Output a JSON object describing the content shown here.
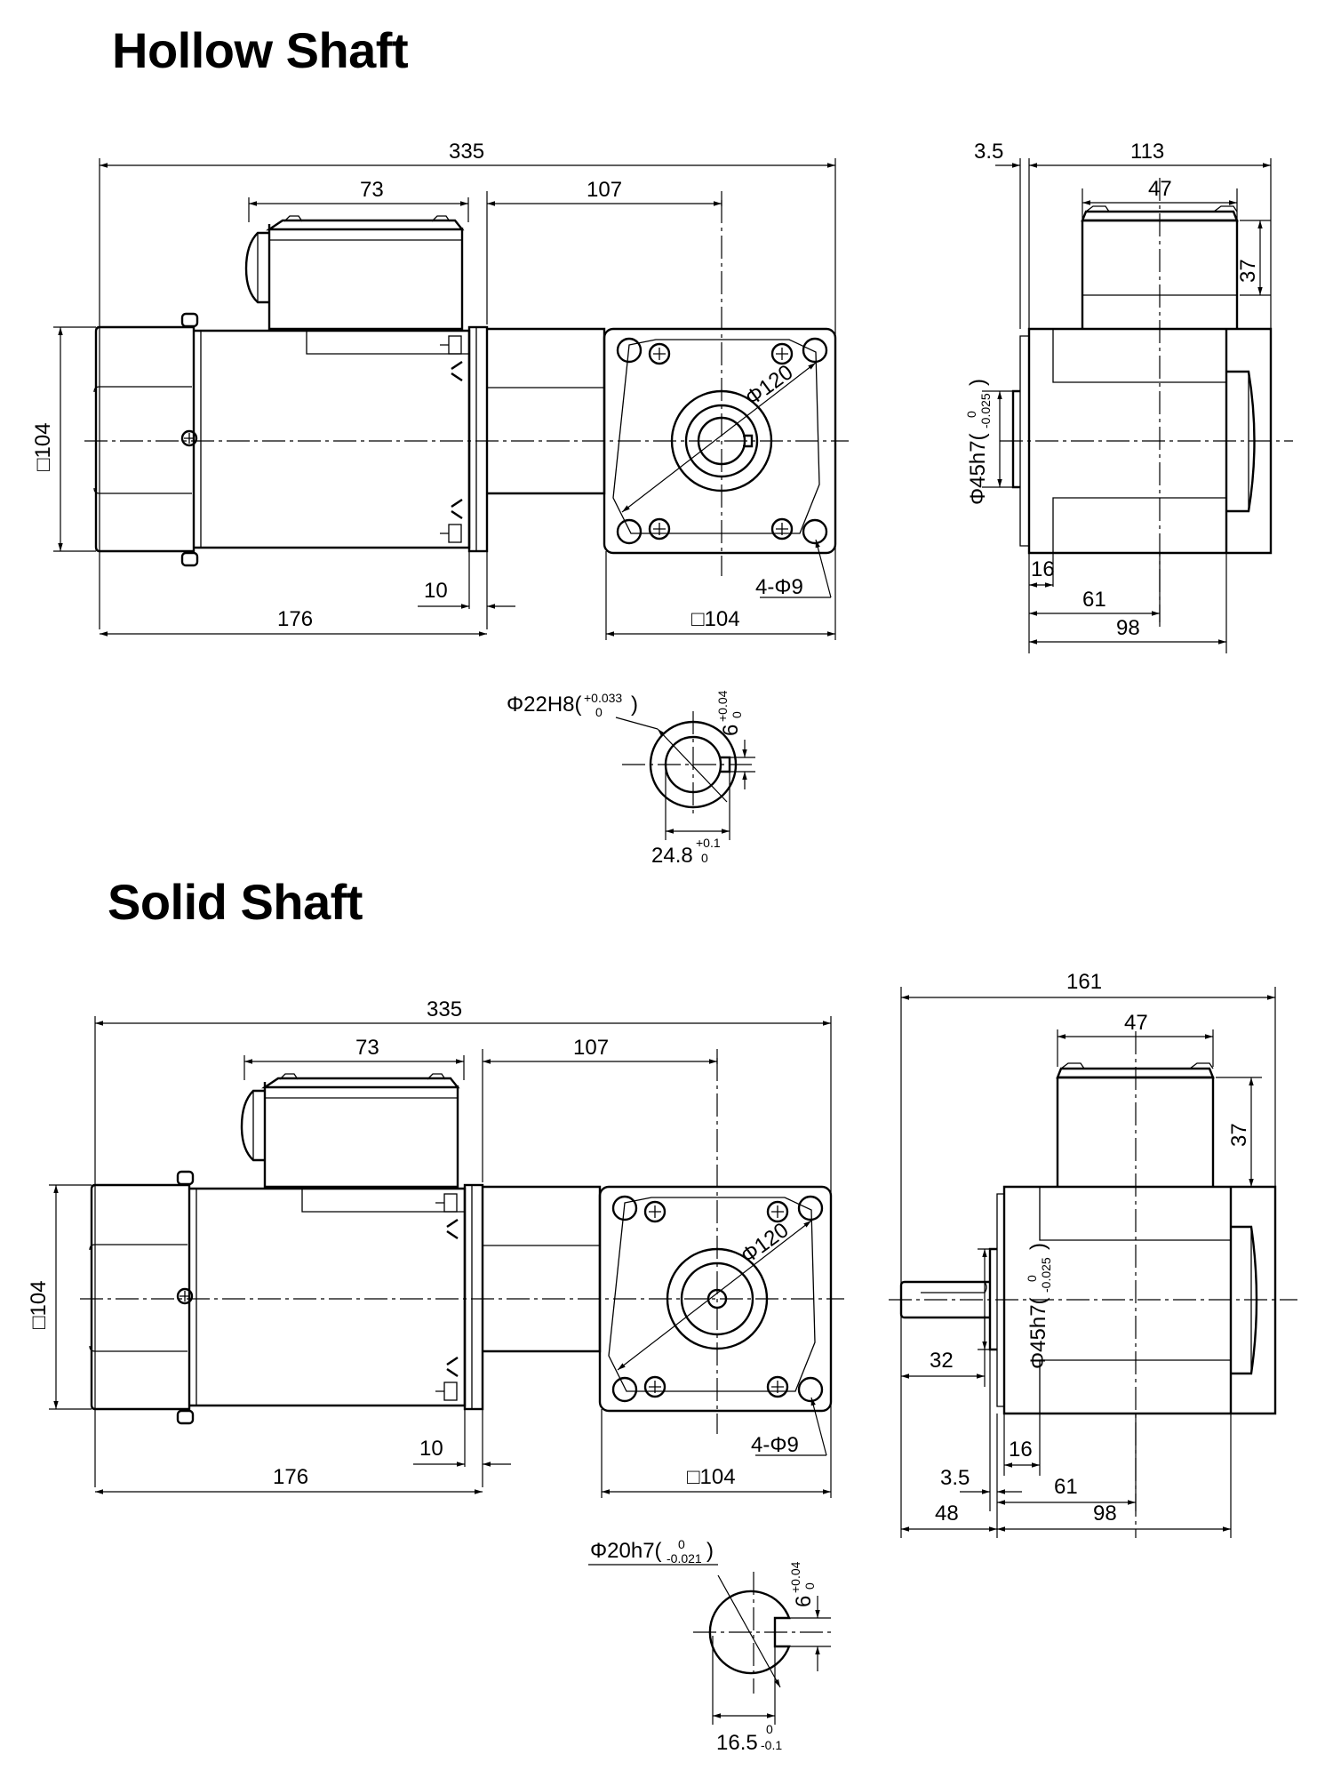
{
  "titles": {
    "hollow": "Hollow Shaft",
    "solid": "Solid Shaft"
  },
  "dims": {
    "d335": "335",
    "d73": "73",
    "d107": "107",
    "d104": "104",
    "d176": "176",
    "d10": "10",
    "d4phi9": "4-Φ9",
    "dphi120": "Φ120",
    "d3_5": "3.5",
    "d113": "113",
    "d47": "47",
    "d37": "37",
    "d16": "16",
    "d61": "61",
    "d98": "98",
    "d161": "161",
    "d32": "32",
    "d48": "48",
    "d6": "6",
    "square": "□",
    "phi45h7": "Φ45h7(",
    "phi22h8": "Φ22H8(",
    "phi20h7": "Φ20h7(",
    "paren_close": ")",
    "d24_8": "24.8",
    "d16_5": "16.5"
  },
  "tolerances": {
    "zero": "0",
    "minus_0025": "-0.025",
    "plus_0033": "+0.033",
    "plus_004": "+0.04",
    "plus_01": "+0.1",
    "minus_0021": "-0.021",
    "minus_01": "-0.1"
  }
}
